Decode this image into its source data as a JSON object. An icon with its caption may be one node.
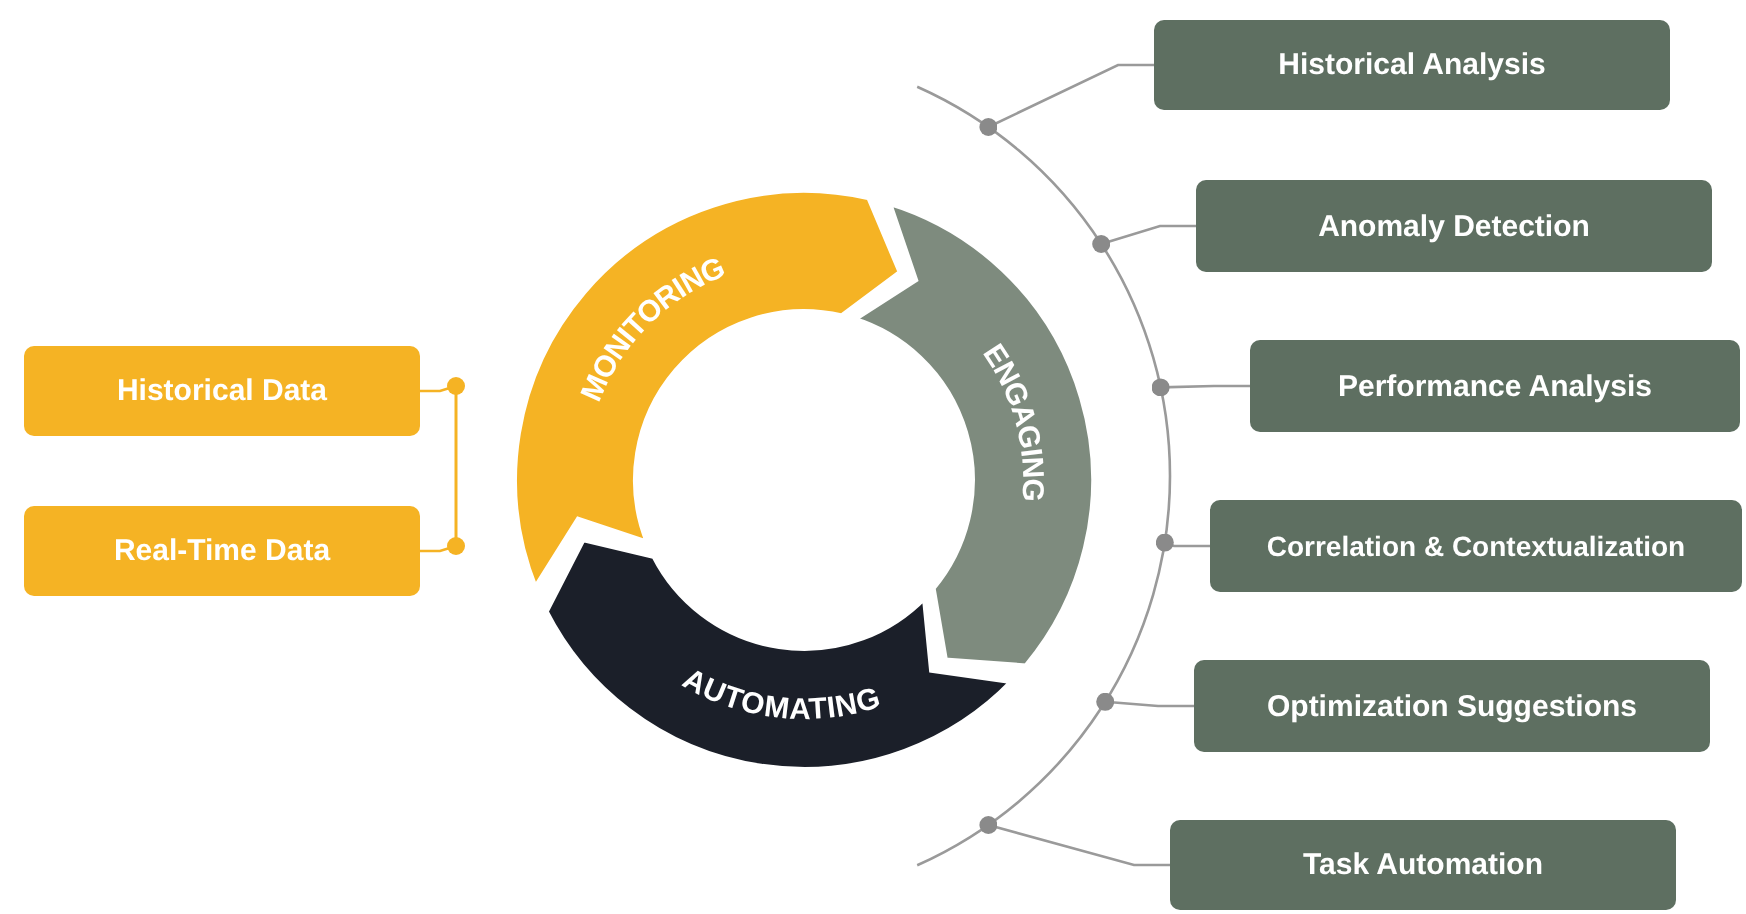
{
  "diagram": {
    "nodes": [
      {
        "text": [
          "Historical Data"
        ]
      },
      {
        "text": [
          "Real-Time Data"
        ]
      },
      {
        "text": [
          "MONITORING"
        ]
      },
      {
        "text": [
          "ENGAGING"
        ]
      },
      {
        "text": [
          "AUTOMATING"
        ]
      },
      {
        "text": [
          "Historical Analysis"
        ]
      },
      {
        "text": [
          "Anomaly Detection"
        ]
      },
      {
        "text": [
          "Performance Analysis"
        ]
      },
      {
        "text": [
          "Correlation & Contextualization"
        ]
      },
      {
        "text": [
          "Optimization Suggestions"
        ]
      },
      {
        "text": [
          "Task Automation"
        ]
      }
    ],
    "edges": [
      {
        "from": 0,
        "to": null,
        "arrow": "other",
        "color": "#f5b324"
      },
      {
        "from": 1,
        "to": null,
        "arrow": "other",
        "color": "#f5b324"
      },
      {
        "from": 5,
        "to": null,
        "arrow": "other"
      },
      {
        "from": 6,
        "to": null,
        "arrow": "other"
      },
      {
        "from": 7,
        "to": null,
        "arrow": "other"
      },
      {
        "from": 8,
        "to": null,
        "arrow": "other"
      },
      {
        "from": 9,
        "to": null,
        "arrow": "other"
      },
      {
        "from": 10,
        "to": null,
        "arrow": "other"
      }
    ]
  }
}
